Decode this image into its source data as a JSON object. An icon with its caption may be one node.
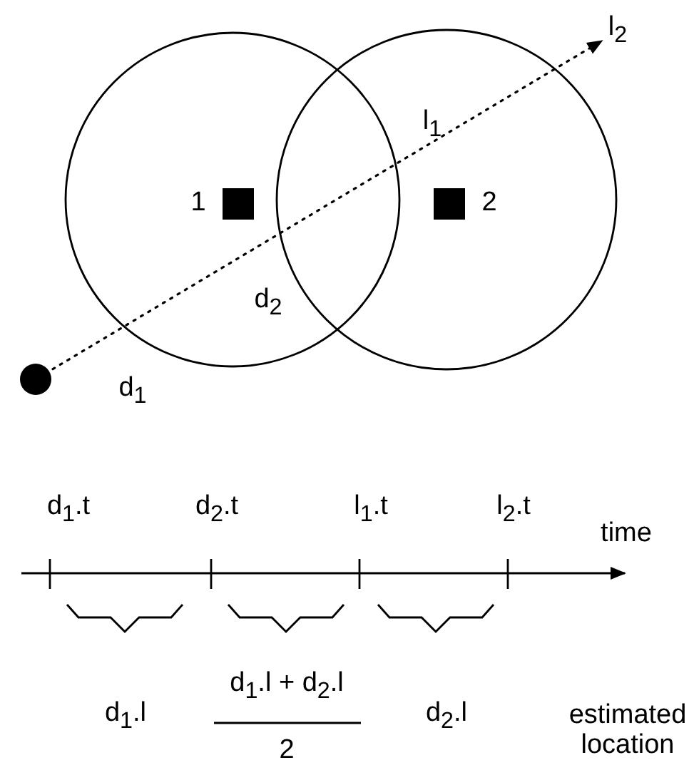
{
  "diagram": {
    "nodes": [
      {
        "text": [
          "l$_{2}$"
        ]
      },
      {
        "text": [],
        "shape": "box",
        "beside": [
          "1"
        ]
      },
      {
        "text": [],
        "shape": "box",
        "beside": [
          "2"
        ]
      },
      {
        "text": [],
        "shape": "circle"
      }
    ],
    "edges": [
      {
        "from": 3,
        "to": 0,
        "arrow": "to",
        "style": "dashed"
      }
    ],
    "labels": [
      "l$_{1}$",
      "d$_{2}$",
      "d$_{1}$",
      "d$_{1}$.t",
      "d$_{2}$.t",
      "l$_{1}$.t",
      "l$_{2}$.t",
      "time",
      "d$_{1}$.l",
      "d$_{1}$.l + d$_{2}$.l",
      "2",
      "d$_{2}$.l",
      "estimated location"
    ]
  }
}
